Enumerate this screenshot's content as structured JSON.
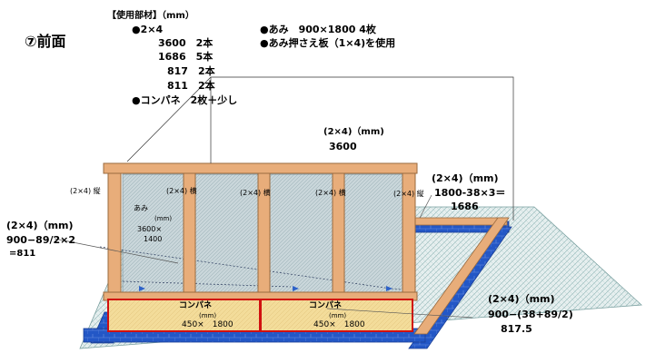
{
  "title": "⑦前面",
  "materials": {
    "header": "【使用部材】（mm）",
    "lines": [
      "●2×4",
      "3600　2本",
      "1686　5本",
      "817　2本",
      "811　2本",
      "●コンパネ　2枚＋少し"
    ]
  },
  "mesh_notes": [
    "●あみ　900×1800 4枚",
    "●あみ押さえ板（1×4)を使用"
  ],
  "top_beam": {
    "unit": "(2×4)（mm)",
    "length": "3600"
  },
  "right_post_note": {
    "unit": "(2×4)（mm)",
    "formula": "1800-38×3＝",
    "result": "1686"
  },
  "left_brace_note": {
    "unit": "(2×4)（mm)",
    "formula": "900−89/2×2",
    "result": "=811"
  },
  "right_brace_note": {
    "unit": "(2×4)（mm)",
    "formula": "900−(38+89/2)",
    "result": "817.5"
  },
  "member_labels": {
    "vertical": "(2×4) 縦",
    "horizontal": "(2×4) 横"
  },
  "net_label": {
    "name": "あみ",
    "unit": "(mm)",
    "size": "3600×",
    "size2": "1400"
  },
  "panels": [
    {
      "name": "コンパネ",
      "unit": "(mm)",
      "size": "450×　1800"
    },
    {
      "name": "コンパネ",
      "unit": "(mm)",
      "size": "450×　1800"
    }
  ],
  "colors": {
    "wood": "#e8ad7a",
    "wood_edge": "#9a6a3e",
    "blue": "#2357c6",
    "mesh": "#a9c0c0",
    "panel": "#f3dc9a",
    "panel_border": "#d11010"
  }
}
